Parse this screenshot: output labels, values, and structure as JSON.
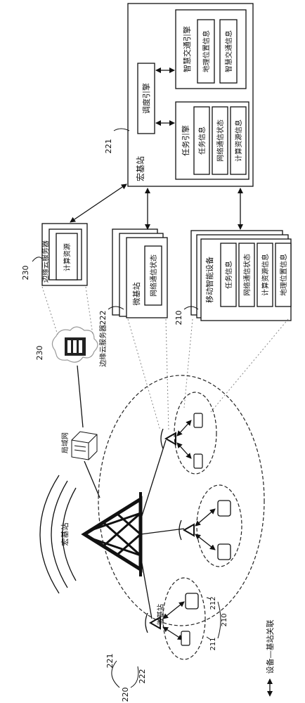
{
  "macro_block": {
    "label": "宏基站",
    "id": "221",
    "scheduling_engine": "调度引擎",
    "smart_traffic_engine": {
      "title": "智慧交通引擎",
      "items": [
        "地理位置信息",
        "智慧交通信息"
      ]
    },
    "task_engine": {
      "title": "任务引擎",
      "items": [
        "任务信息",
        "网络通信状态",
        "计算资源信息"
      ]
    }
  },
  "edge_server_block": {
    "id": "230",
    "title": "边缘云服务器",
    "item": "计算资源"
  },
  "micro_block": {
    "id": "222",
    "title": "微基站",
    "item": "网络通信状态"
  },
  "device_block": {
    "id": "210",
    "title": "移动智能设备",
    "items": [
      "任务信息",
      "网络通信状态",
      "计算资源信息",
      "地理位置信息"
    ]
  },
  "bottom": {
    "edge_cloud": {
      "id": "230",
      "label": "边缘云服务器"
    },
    "lan_label": "局域网",
    "macro_tower_label": "宏基站",
    "micro_tower_label": "微基站",
    "legend": "设备—基站关联",
    "refs": {
      "r221": "221",
      "r222": "222",
      "r220": "220",
      "r212": "212",
      "r211": "211",
      "r210": "210"
    }
  }
}
